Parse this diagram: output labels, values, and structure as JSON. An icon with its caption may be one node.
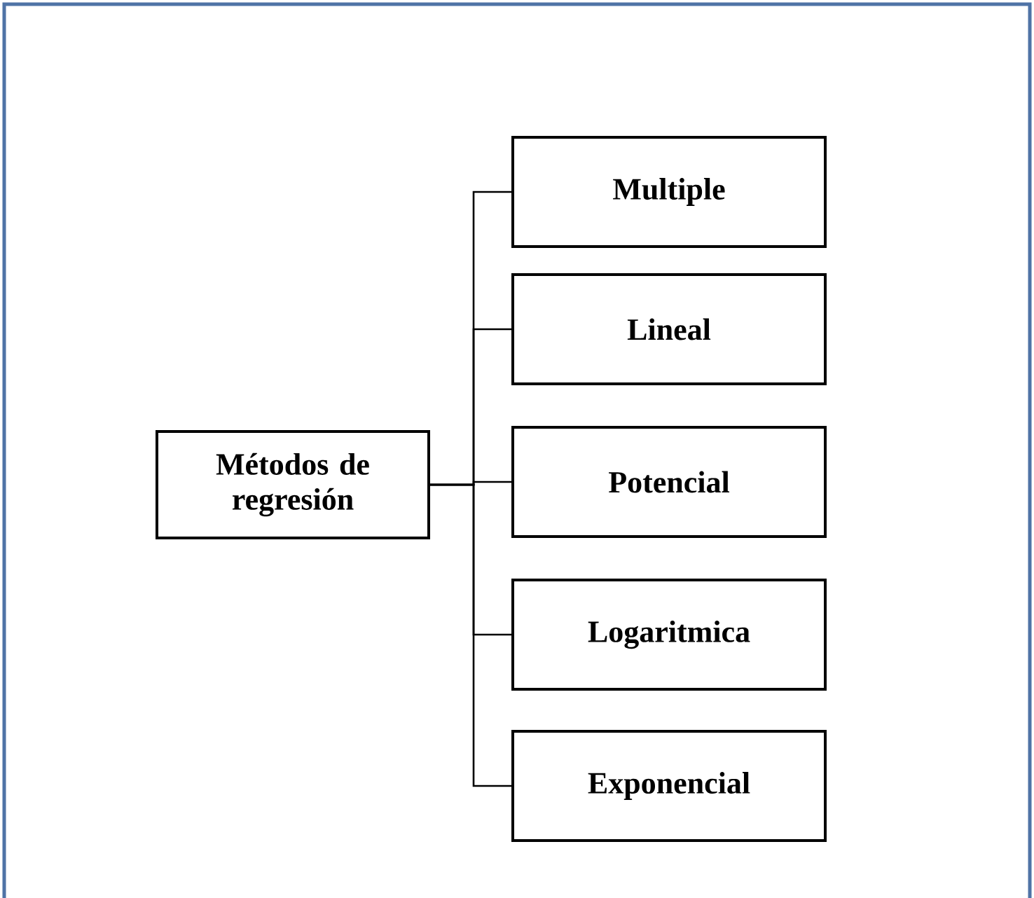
{
  "diagram": {
    "nodes": [
      {
        "text": [
          "Métodos de regresión"
        ]
      },
      {
        "text": [
          "Multiple"
        ]
      },
      {
        "text": [
          "Lineal"
        ]
      },
      {
        "text": [
          "Potencial"
        ]
      },
      {
        "text": [
          "Logaritmica"
        ]
      },
      {
        "text": [
          "Exponencial"
        ]
      }
    ],
    "edges": [
      {
        "from": 0,
        "to": 1,
        "arrow": "none"
      },
      {
        "from": 0,
        "to": 2,
        "arrow": "none"
      },
      {
        "from": 0,
        "to": 3,
        "arrow": "none"
      },
      {
        "from": 0,
        "to": 4,
        "arrow": "none"
      },
      {
        "from": 0,
        "to": 5,
        "arrow": "none"
      }
    ]
  }
}
